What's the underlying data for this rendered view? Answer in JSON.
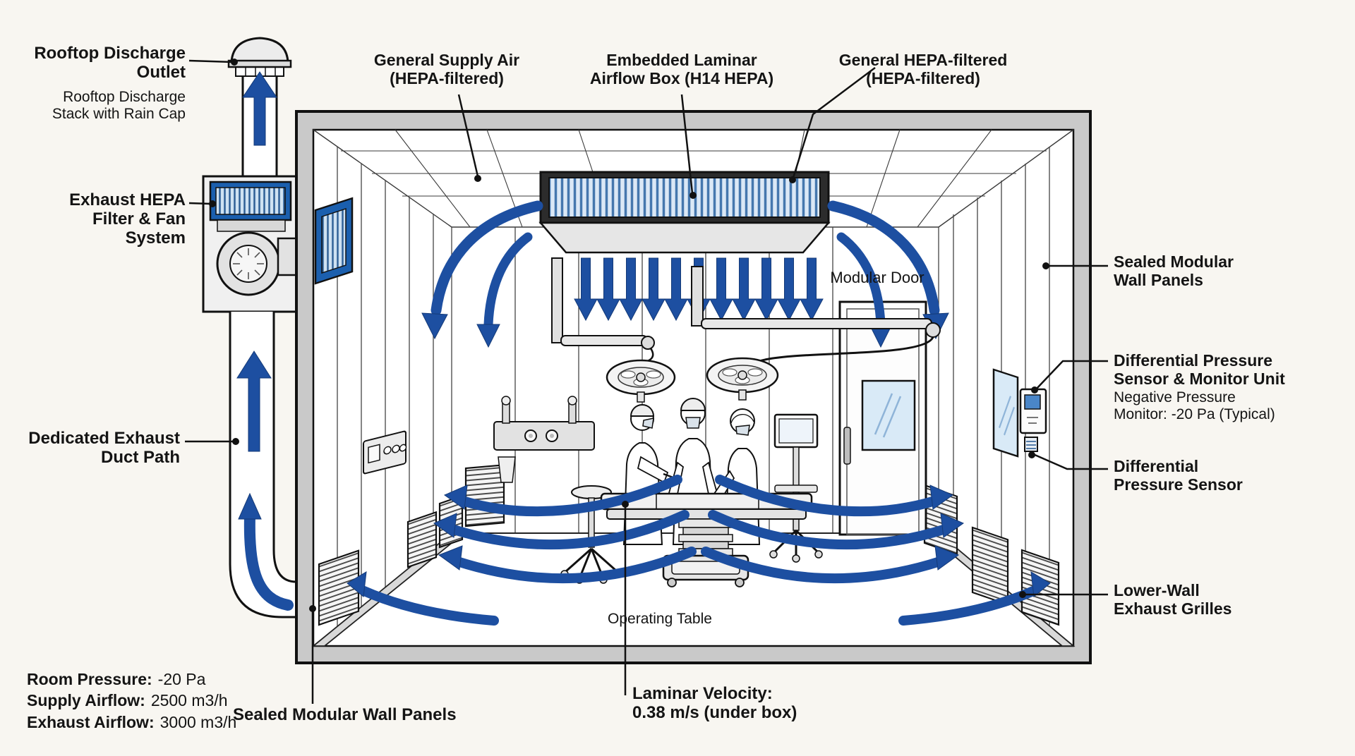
{
  "title": "Operating Room Laminar Airflow & Exhaust HVAC Diagram",
  "colors": {
    "arrow_blue": "#1d4fa1",
    "filter_blue": "#1b5fae",
    "glass_blue": "#d9eaf7",
    "wall_gray": "#c9c9c9",
    "line_black": "#1a1a1a",
    "background": "#f8f6f1"
  },
  "labels": {
    "rooftop_title": "Rooftop Discharge\nOutlet",
    "rooftop_sub": "Rooftop Discharge\nStack with Rain Cap",
    "exhaust_hepa": "Exhaust HEPA\nFilter & Fan System",
    "dedicated_duct": "Dedicated Exhaust\nDuct Path",
    "general_supply": "General Supply Air\n(HEPA-filtered)",
    "embedded_laminar": "Embedded Laminar\nAirflow Box (H14 HEPA)",
    "general_hepa": "General HEPA-filtered\n(HEPA-filtered)",
    "sealed_right": "Sealed Modular\nWall Panels",
    "dps_unit_title": "Differential Pressure\nSensor & Monitor Unit",
    "dps_unit_sub": "Negative Pressure\nMonitor: -20 Pa (Typical)",
    "dps_sensor": "Differential\nPressure Sensor",
    "lower_wall": "Lower-Wall\nExhaust Grilles",
    "modular_door": "Modular Door",
    "operating_table": "Operating Table",
    "sealed_bottom": "Sealed Modular Wall Panels",
    "laminar_velocity": "Laminar Velocity:\n0.38 m/s (under box)"
  },
  "stats": [
    {
      "label": "Room Pressure:",
      "value": "-20 Pa"
    },
    {
      "label": "Supply Airflow:",
      "value": "2500 m3/h"
    },
    {
      "label": "Exhaust Airflow:",
      "value": "3000 m3/h"
    }
  ]
}
